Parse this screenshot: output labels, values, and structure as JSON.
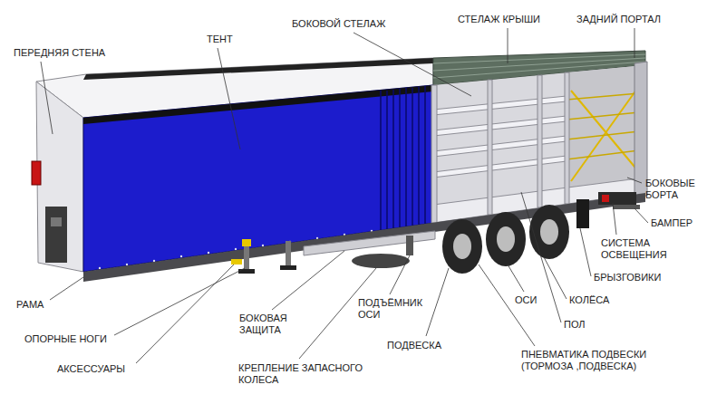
{
  "diagram": {
    "labels": [
      "ПЕРЕДНЯЯ СТЕНА",
      "ТЕНТ",
      "БОКОВОЙ СТЕЛАЖ",
      "СТЕЛАЖ КРЫШИ",
      "ЗАДНИЙ ПОРТАЛ",
      "БОКОВЫЕ БОРТА",
      "БАМПЕР",
      "СИСТЕМА ОСВЕЩЕНИЯ",
      "БРЫЗГОВИКИ",
      "КОЛЁСА",
      "ОСИ",
      "ПОЛ",
      "РАМА",
      "ОПОРНЫЕ НОГИ",
      "БОКОВАЯ ЗАЩИТА",
      "АКСЕССУАРЫ",
      "ПОДЪЁМНИК ОСИ",
      "ПОДВЕСКА",
      "КРЕПЛЕНИЕ ЗАПАСНОГО КОЛЕСА",
      "ПНЕВМАТИКА ПОДВЕСКИ (ТОРМОЗА ,ПОДВЕСКА)"
    ]
  }
}
